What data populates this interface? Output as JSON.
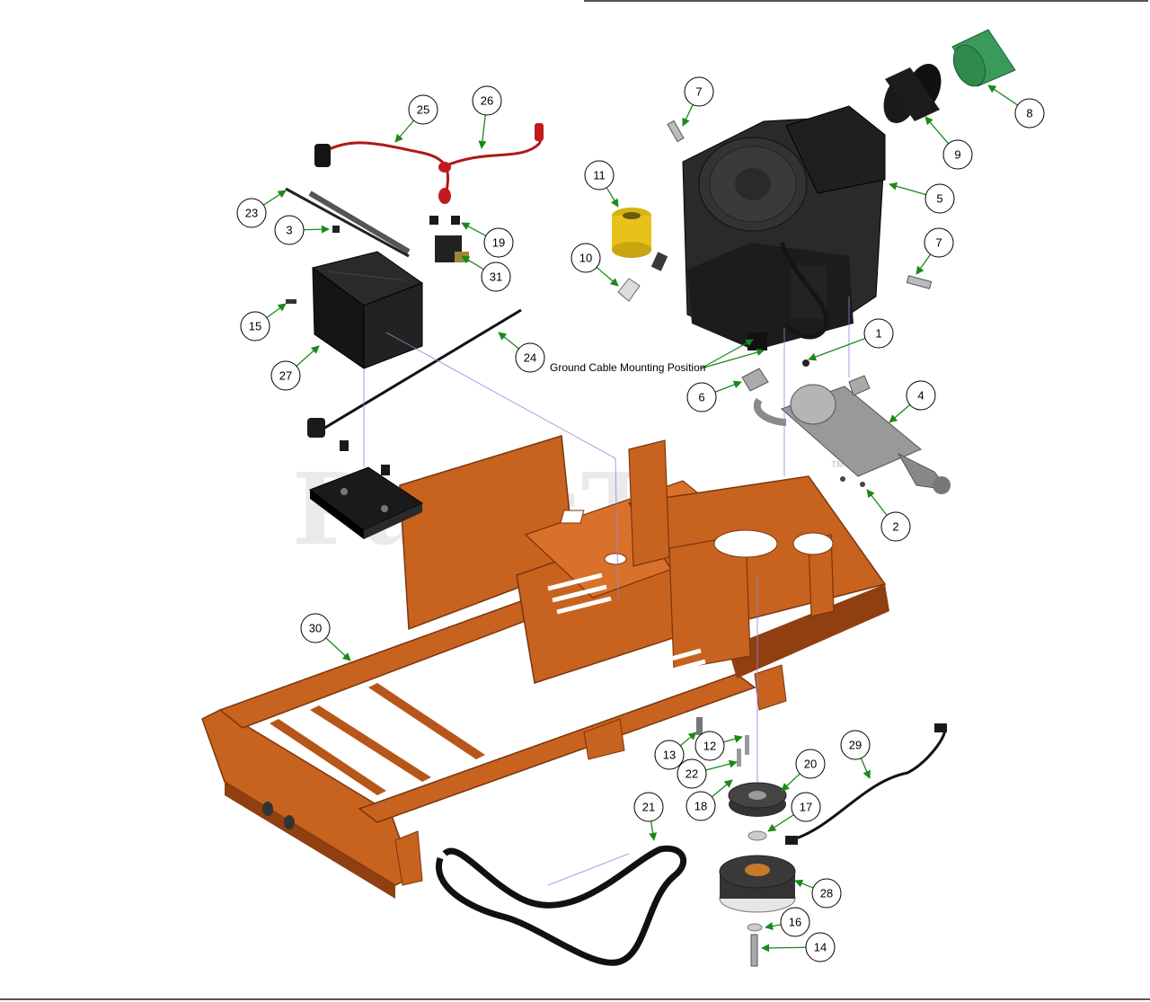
{
  "watermark": "PartsTree",
  "trademark": "TM",
  "note": "Ground Cable Mounting Position",
  "callouts": [
    {
      "id": "c1",
      "label": "1"
    },
    {
      "id": "c2",
      "label": "2"
    },
    {
      "id": "c3",
      "label": "3"
    },
    {
      "id": "c4",
      "label": "4"
    },
    {
      "id": "c5",
      "label": "5"
    },
    {
      "id": "c6",
      "label": "6"
    },
    {
      "id": "c7a",
      "label": "7"
    },
    {
      "id": "c7b",
      "label": "7"
    },
    {
      "id": "c8",
      "label": "8"
    },
    {
      "id": "c9",
      "label": "9"
    },
    {
      "id": "c10",
      "label": "10"
    },
    {
      "id": "c11",
      "label": "11"
    },
    {
      "id": "c12",
      "label": "12"
    },
    {
      "id": "c13",
      "label": "13"
    },
    {
      "id": "c14",
      "label": "14"
    },
    {
      "id": "c15",
      "label": "15"
    },
    {
      "id": "c16",
      "label": "16"
    },
    {
      "id": "c17",
      "label": "17"
    },
    {
      "id": "c18",
      "label": "18"
    },
    {
      "id": "c19",
      "label": "19"
    },
    {
      "id": "c20",
      "label": "20"
    },
    {
      "id": "c21",
      "label": "21"
    },
    {
      "id": "c22",
      "label": "22"
    },
    {
      "id": "c23",
      "label": "23"
    },
    {
      "id": "c24",
      "label": "24"
    },
    {
      "id": "c25",
      "label": "25"
    },
    {
      "id": "c26",
      "label": "26"
    },
    {
      "id": "c27",
      "label": "27"
    },
    {
      "id": "c28",
      "label": "28"
    },
    {
      "id": "c29",
      "label": "29"
    },
    {
      "id": "c30",
      "label": "30"
    },
    {
      "id": "c31",
      "label": "31"
    }
  ],
  "colors": {
    "frame": "#c8621f",
    "frame_dark": "#8f3f10",
    "engine": "#2a2a2a",
    "leader": "#1a8a1a",
    "yellow_filter": "#e8c21a",
    "green_sleeve": "#3a9a5a",
    "cable_red": "#b01818"
  }
}
